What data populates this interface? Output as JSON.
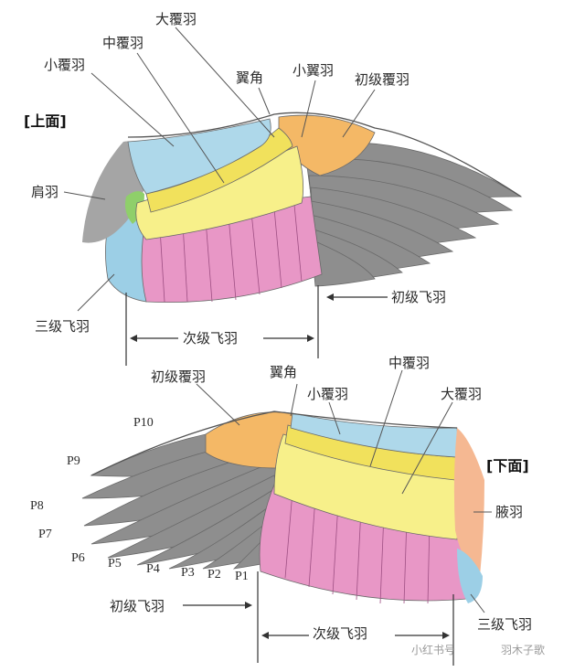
{
  "top_view": {
    "header": "[上面]",
    "labels": {
      "da_fu_yu": "大覆羽",
      "zhong_fu_yu": "中覆羽",
      "xiao_fu_yu": "小覆羽",
      "yi_jiao": "翼角",
      "xiao_yi_yu": "小翼羽",
      "chu_ji_fu_yu": "初级覆羽",
      "jian_yu": "肩羽",
      "chu_ji_fei_yu": "初级飞羽",
      "san_ji_fei_yu": "三级飞羽",
      "ci_ji_fei_yu": "次级飞羽"
    }
  },
  "bottom_view": {
    "header": "[下面]",
    "labels": {
      "chu_ji_fu_yu": "初级覆羽",
      "yi_jiao": "翼角",
      "zhong_fu_yu": "中覆羽",
      "xiao_fu_yu": "小覆羽",
      "da_fu_yu": "大覆羽",
      "fu_yu": "腋羽",
      "chu_ji_fei_yu": "初级飞羽",
      "ci_ji_fei_yu": "次级飞羽",
      "san_ji_fei_yu": "三级飞羽"
    },
    "primaries": [
      "P10",
      "P9",
      "P8",
      "P7",
      "P6",
      "P5",
      "P4",
      "P3",
      "P2",
      "P1"
    ]
  },
  "watermark": {
    "text": "小红书号",
    "author": "羽木子歌"
  },
  "colors": {
    "primaries_gray": "#8e8e8e",
    "secondaries_pink": "#e897c6",
    "greater_coverts_yellow": "#f7f08a",
    "median_coverts_yellow": "#f1e15c",
    "lesser_coverts_blue": "#aed8ea",
    "primary_coverts_orange": "#f4b866",
    "scapulars_gray": "#a5a5a5",
    "tertials_blue": "#9ccfe6",
    "axillaries_peach": "#f5b892",
    "alula_orange": "#ee9a4e",
    "green_patch": "#8fcf6a"
  }
}
